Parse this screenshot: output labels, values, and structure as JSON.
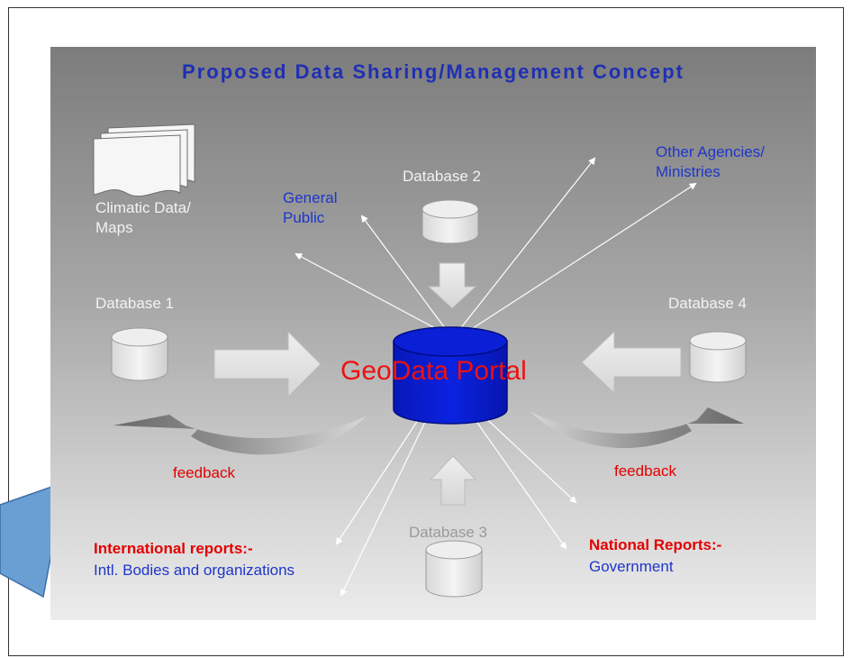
{
  "title": "Proposed Data Sharing/Management  Concept",
  "center_label": "GeoData Portal",
  "nodes": {
    "climatic": "Climatic Data/\nMaps",
    "db1": "Database 1",
    "db2": "Database 2",
    "db3": "Database 3",
    "db4": "Database 4",
    "general_public": "General\nPublic",
    "other_agencies": "Other Agencies/\nMinistries",
    "feedback_left": "feedback",
    "feedback_right": "feedback",
    "intl_heading": "International reports:-",
    "intl_sub": "Intl. Bodies and organizations",
    "national_heading": "National Reports:-",
    "national_sub": "Government"
  },
  "colors": {
    "title": "#1f2fb4",
    "portal_cylinder": "#0a1fd6",
    "portal_text": "#ee1111",
    "blue_text": "#1e36c8",
    "red_text": "#e40000",
    "callout": "#6a9fd4"
  }
}
